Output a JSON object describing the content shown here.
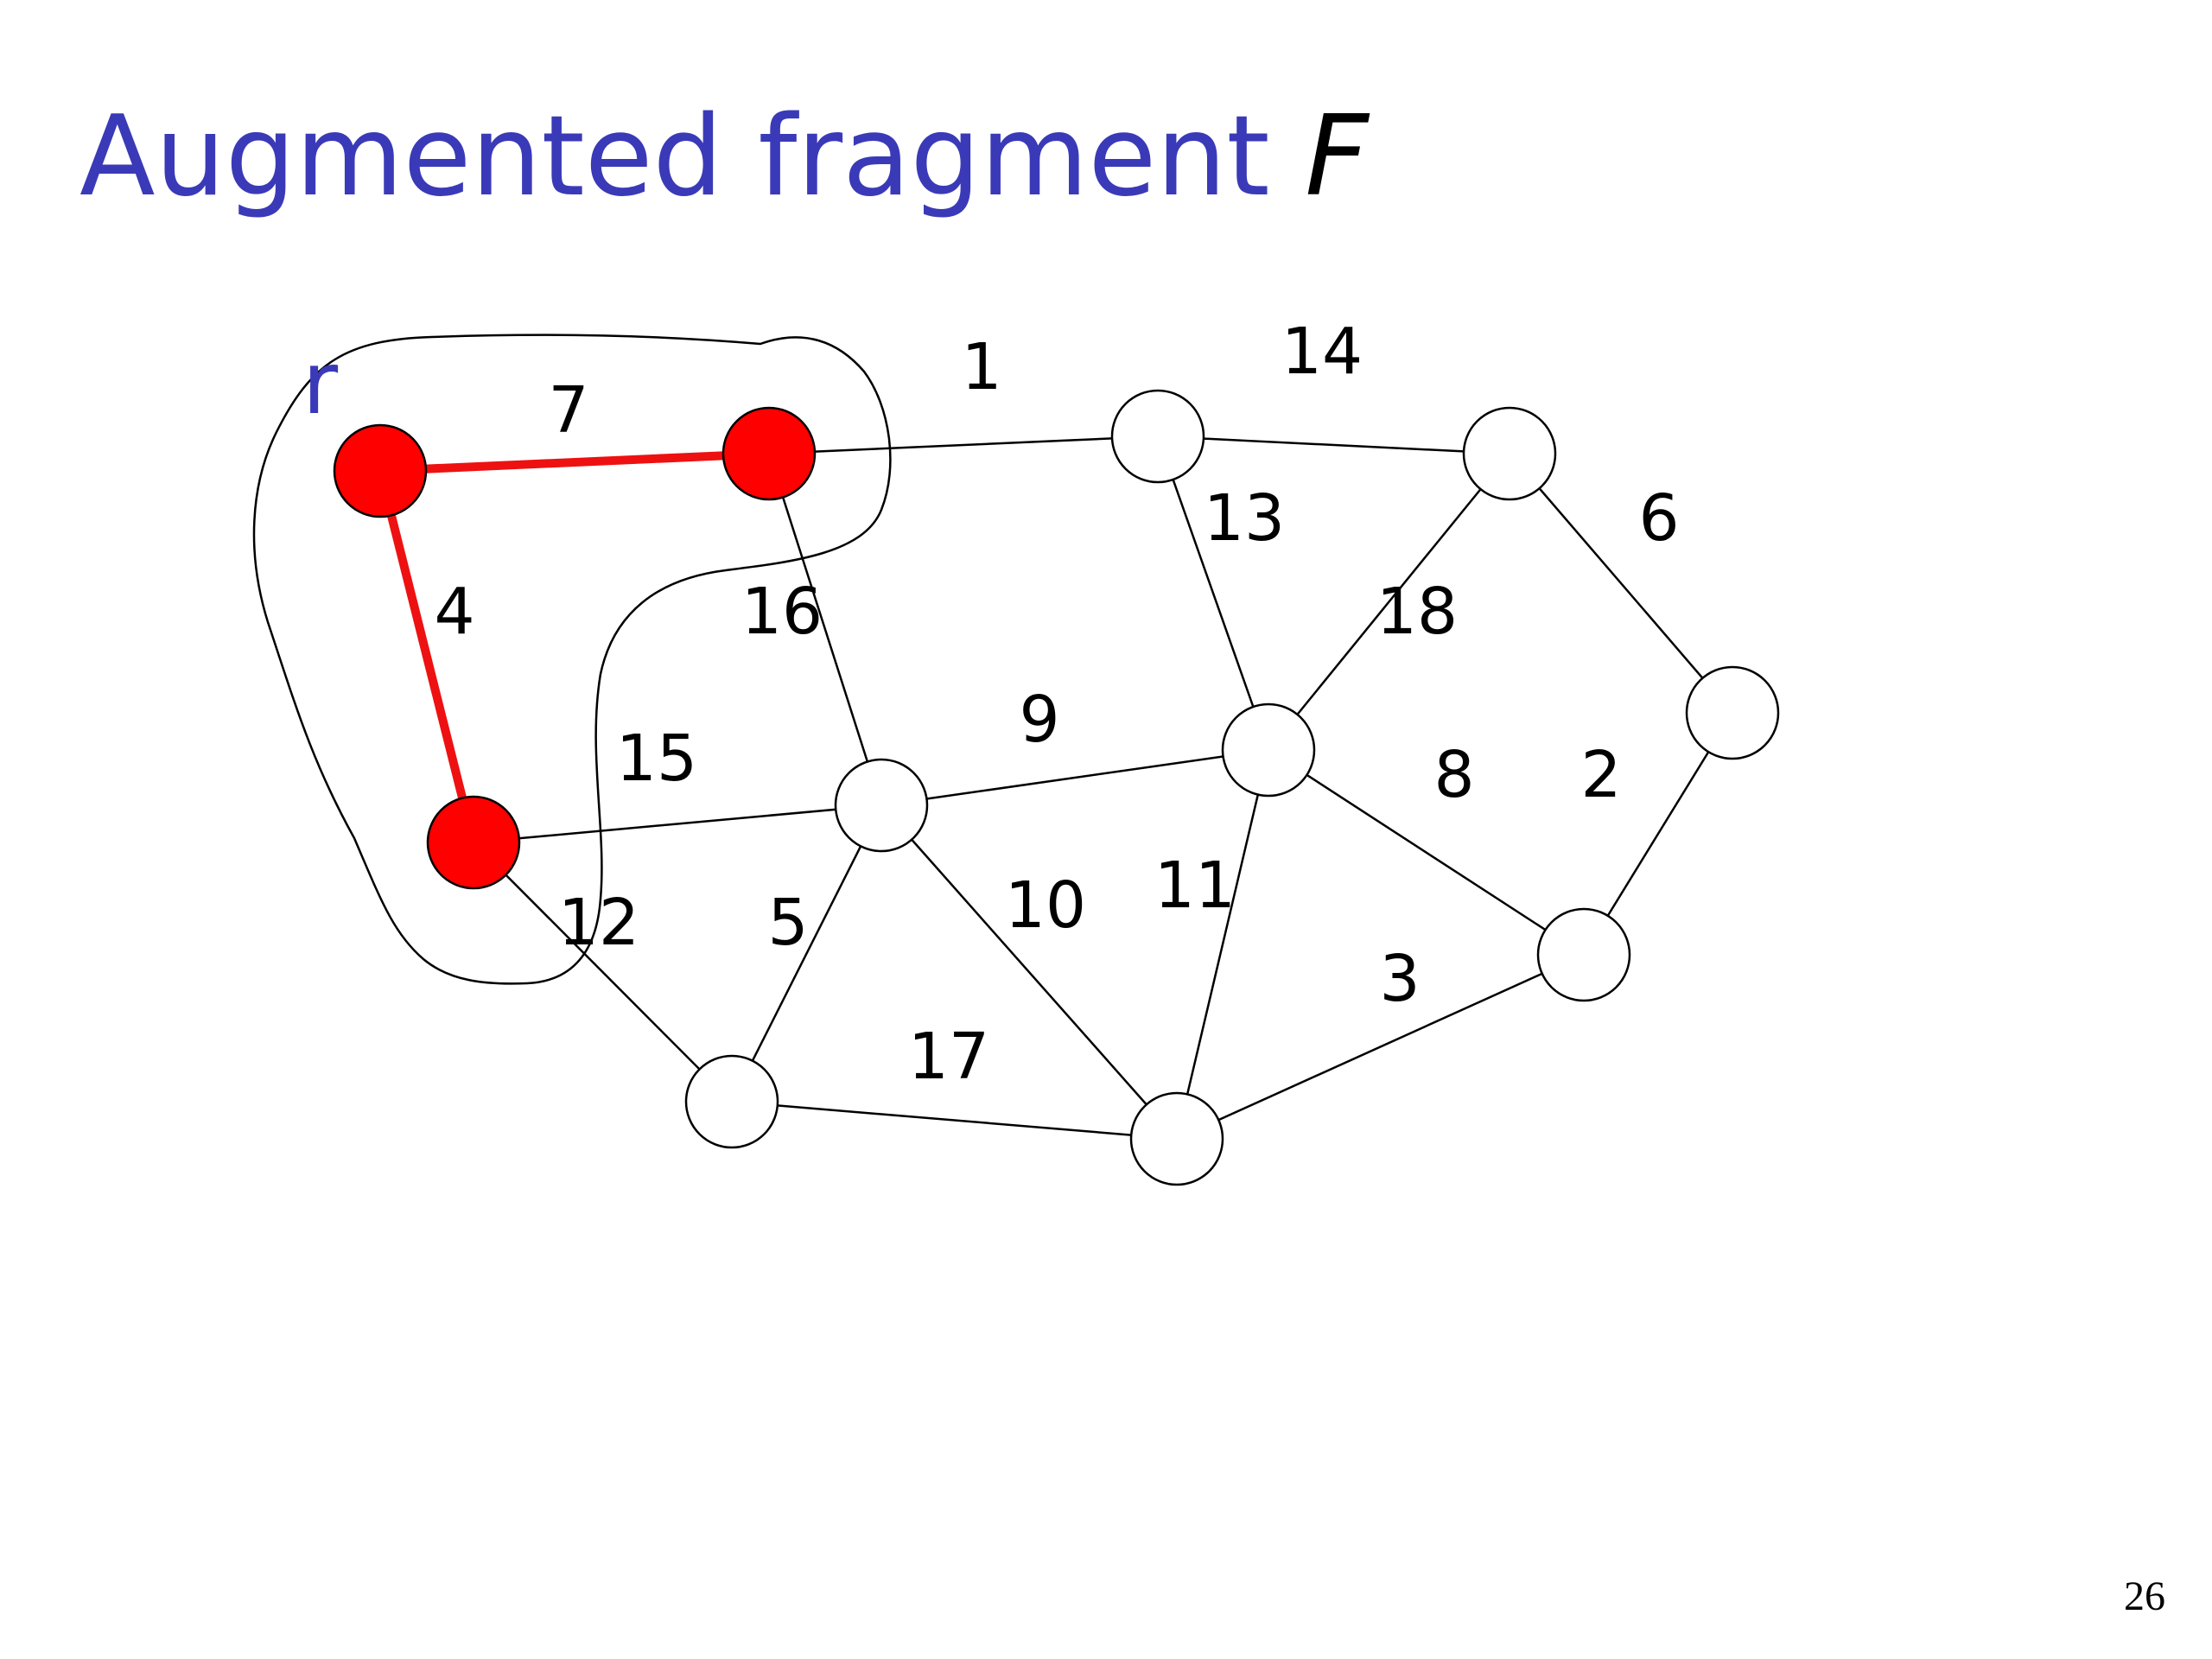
{
  "slide": {
    "title": "Augmented fragment",
    "title_variable": "F",
    "page_number": "26"
  },
  "graph": {
    "root_label": "r",
    "colors": {
      "title": "#3a3ab8",
      "fragment_node": "#ff0000",
      "fragment_edge": "#ee1111",
      "regular_node": "#ffffff",
      "regular_edge": "#000000"
    },
    "nodes": [
      {
        "id": "A",
        "in_fragment": true
      },
      {
        "id": "B",
        "in_fragment": true
      },
      {
        "id": "C",
        "in_fragment": true
      },
      {
        "id": "D",
        "in_fragment": false
      },
      {
        "id": "E",
        "in_fragment": false
      },
      {
        "id": "F",
        "in_fragment": false
      },
      {
        "id": "G",
        "in_fragment": false
      },
      {
        "id": "H",
        "in_fragment": false
      },
      {
        "id": "I",
        "in_fragment": false
      },
      {
        "id": "J",
        "in_fragment": false
      },
      {
        "id": "K",
        "in_fragment": false
      }
    ],
    "edges": [
      {
        "from": "A",
        "to": "B",
        "weight": "7",
        "in_fragment": true
      },
      {
        "from": "A",
        "to": "C",
        "weight": "4",
        "in_fragment": true
      },
      {
        "from": "B",
        "to": "D",
        "weight": "1",
        "in_fragment": false
      },
      {
        "from": "D",
        "to": "E",
        "weight": "14",
        "in_fragment": false
      },
      {
        "from": "D",
        "to": "H",
        "weight": "13",
        "in_fragment": false
      },
      {
        "from": "E",
        "to": "F",
        "weight": "6",
        "in_fragment": false
      },
      {
        "from": "E",
        "to": "H",
        "weight": "18",
        "in_fragment": false
      },
      {
        "from": "B",
        "to": "G",
        "weight": "16",
        "in_fragment": false
      },
      {
        "from": "C",
        "to": "G",
        "weight": "15",
        "in_fragment": false
      },
      {
        "from": "G",
        "to": "H",
        "weight": "9",
        "in_fragment": false
      },
      {
        "from": "H",
        "to": "K",
        "weight": "8",
        "in_fragment": false
      },
      {
        "from": "F",
        "to": "K",
        "weight": "2",
        "in_fragment": false
      },
      {
        "from": "C",
        "to": "I",
        "weight": "12",
        "in_fragment": false
      },
      {
        "from": "G",
        "to": "I",
        "weight": "5",
        "in_fragment": false
      },
      {
        "from": "G",
        "to": "J",
        "weight": "10",
        "in_fragment": false
      },
      {
        "from": "H",
        "to": "J",
        "weight": "11",
        "in_fragment": false
      },
      {
        "from": "J",
        "to": "K",
        "weight": "3",
        "in_fragment": false
      },
      {
        "from": "I",
        "to": "J",
        "weight": "17",
        "in_fragment": false
      }
    ]
  }
}
